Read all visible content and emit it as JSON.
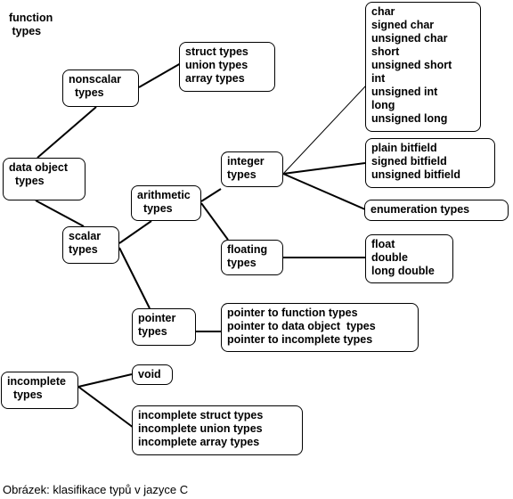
{
  "diagram": {
    "nodes": [
      {
        "id": "function",
        "lines": [
          "function",
          " types"
        ],
        "boxed": false
      },
      {
        "id": "nonscalar",
        "lines": [
          "nonscalar",
          "  types"
        ],
        "boxed": true
      },
      {
        "id": "struct",
        "lines": [
          "struct types",
          "union types",
          "array types"
        ],
        "boxed": true
      },
      {
        "id": "dataobject",
        "lines": [
          "data object",
          "  types"
        ],
        "boxed": true
      },
      {
        "id": "scalar",
        "lines": [
          "scalar",
          "types"
        ],
        "boxed": true
      },
      {
        "id": "arithmetic",
        "lines": [
          "arithmetic",
          "  types"
        ],
        "boxed": true
      },
      {
        "id": "integer",
        "lines": [
          "integer",
          "types"
        ],
        "boxed": true
      },
      {
        "id": "floating",
        "lines": [
          "floating",
          "types"
        ],
        "boxed": true
      },
      {
        "id": "pointer",
        "lines": [
          "pointer",
          "types"
        ],
        "boxed": true
      },
      {
        "id": "charlist",
        "lines": [
          "char",
          "signed char",
          "unsigned char",
          "short",
          "unsigned short",
          "int",
          "unsigned int",
          "long",
          "unsigned long"
        ],
        "boxed": true
      },
      {
        "id": "bitfield",
        "lines": [
          "plain bitfield",
          "signed bitfield",
          "unsigned bitfield"
        ],
        "boxed": true
      },
      {
        "id": "enum",
        "lines": [
          "enumeration types"
        ],
        "boxed": true
      },
      {
        "id": "floatlist",
        "lines": [
          "float",
          "double",
          "long double"
        ],
        "boxed": true
      },
      {
        "id": "pointerlist",
        "lines": [
          "pointer to function types",
          "pointer to data object  types",
          "pointer to incomplete types"
        ],
        "boxed": true
      },
      {
        "id": "incomplete",
        "lines": [
          "incomplete",
          "  types"
        ],
        "boxed": true
      },
      {
        "id": "void",
        "lines": [
          "void"
        ],
        "boxed": true
      },
      {
        "id": "incompletelist",
        "lines": [
          "incomplete struct types",
          "incomplete union types",
          "incomplete array types"
        ],
        "boxed": true
      }
    ],
    "edges": [
      [
        "nonscalar",
        "struct"
      ],
      [
        "nonscalar",
        "dataobject"
      ],
      [
        "dataobject",
        "scalar"
      ],
      [
        "scalar",
        "arithmetic"
      ],
      [
        "scalar",
        "pointer"
      ],
      [
        "arithmetic",
        "integer"
      ],
      [
        "arithmetic",
        "floating"
      ],
      [
        "integer",
        "charlist"
      ],
      [
        "integer",
        "bitfield"
      ],
      [
        "integer",
        "enum"
      ],
      [
        "floating",
        "floatlist"
      ],
      [
        "pointer",
        "pointerlist"
      ],
      [
        "incomplete",
        "void"
      ],
      [
        "incomplete",
        "incompletelist"
      ]
    ],
    "caption": "Obrázek: klasifikace typů v jazyce C"
  }
}
